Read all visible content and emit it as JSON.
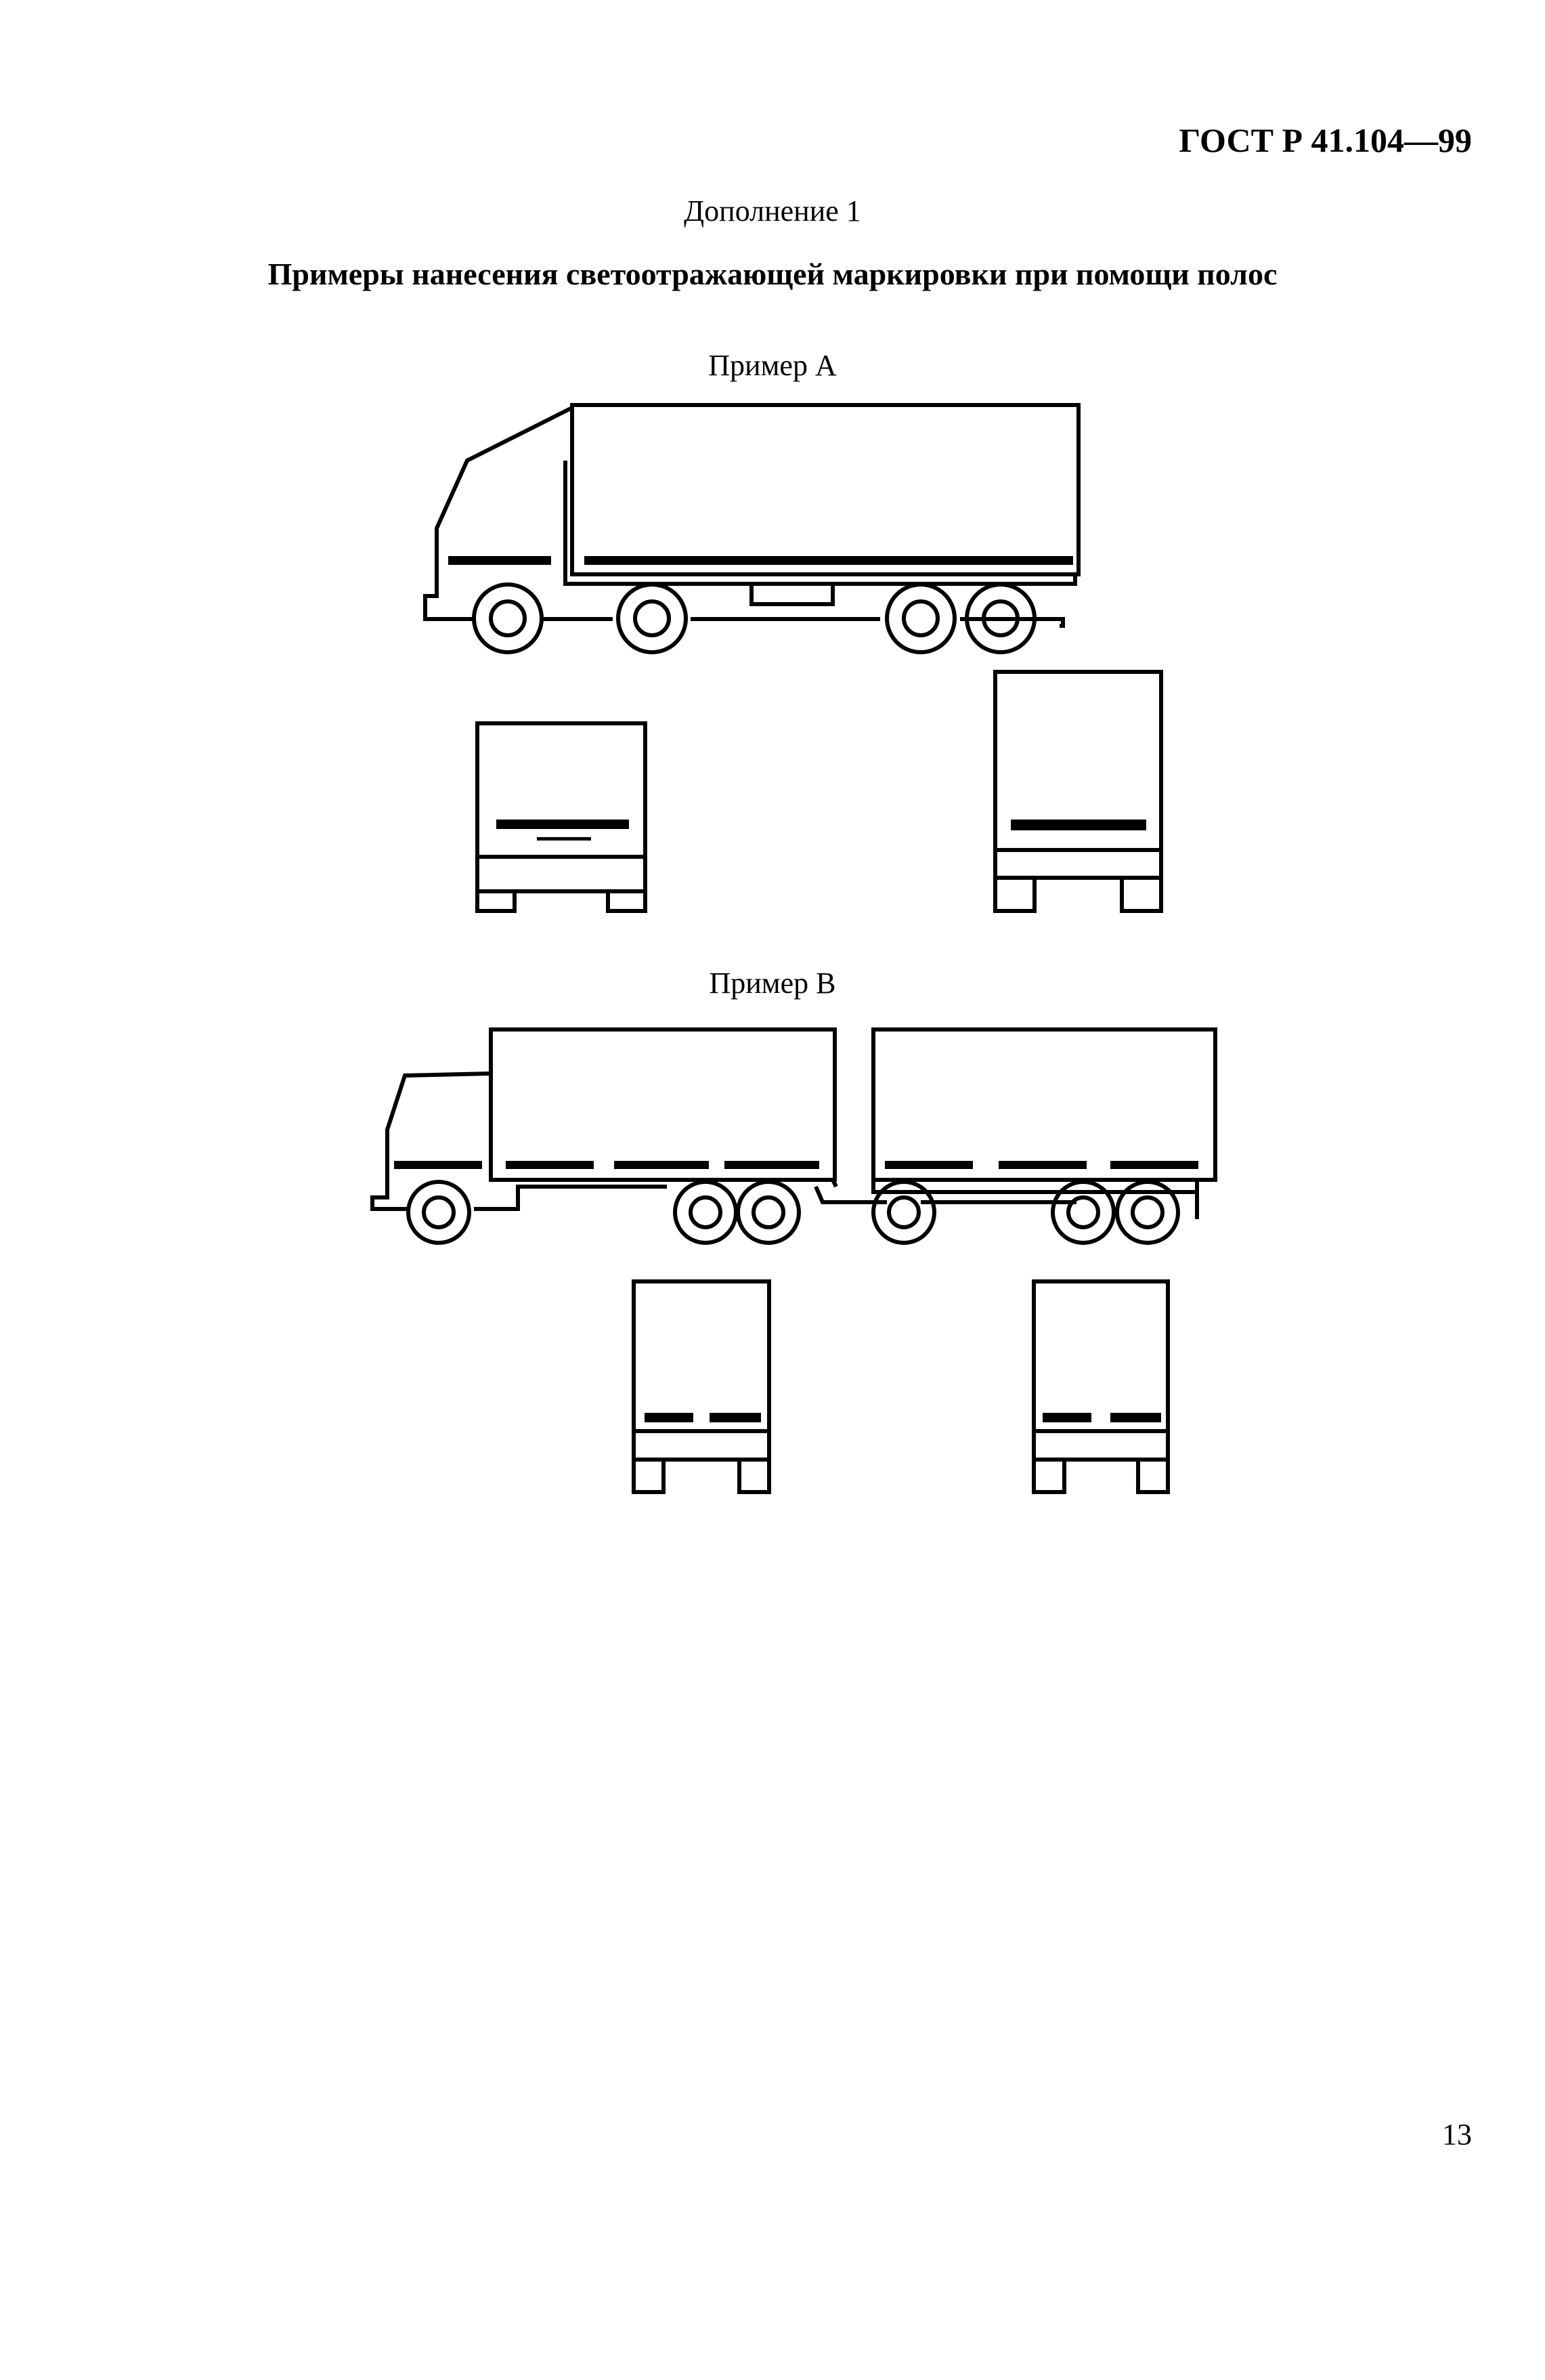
{
  "header": {
    "doc_code": "ГОСТ Р 41.104—99"
  },
  "document": {
    "supplement_label": "Дополнение 1",
    "title": "Примеры нанесения светоотражающей маркировки при помощи полос",
    "example_a_caption": "Пример А",
    "example_b_caption": "Пример В"
  },
  "footer": {
    "page_number": "13"
  },
  "colors": {
    "ink": "#000000",
    "paper": "#ffffff"
  }
}
